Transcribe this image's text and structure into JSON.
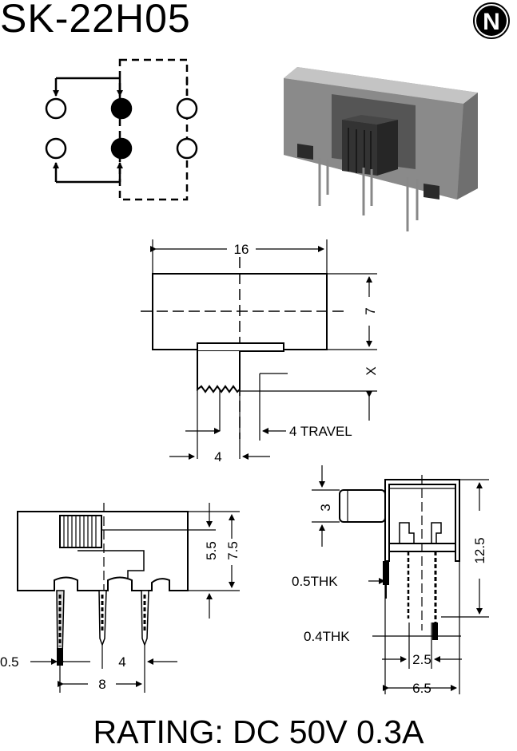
{
  "title": "SK-22H05",
  "logo": {
    "letter": "N"
  },
  "rating": "RATING: DC 50V 0.3A",
  "top_view": {
    "dim_width": "16",
    "dim_height": "7",
    "dim_x": "X",
    "dim_travel": "4 TRAVEL",
    "dim_knob": "4"
  },
  "front_view": {
    "dim_55": "5.5",
    "dim_75": "7.5",
    "dim_05": "0.5",
    "dim_4": "4",
    "dim_8": "8"
  },
  "side_view": {
    "dim_3": "3",
    "dim_125": "12.5",
    "thk_05": "0.5THK",
    "thk_04": "0.4THK",
    "dim_25": "2.5",
    "dim_65": "6.5"
  },
  "colors": {
    "ink": "#000000",
    "photo_body": "#8a8a8a",
    "photo_dark": "#3c3c3c"
  }
}
